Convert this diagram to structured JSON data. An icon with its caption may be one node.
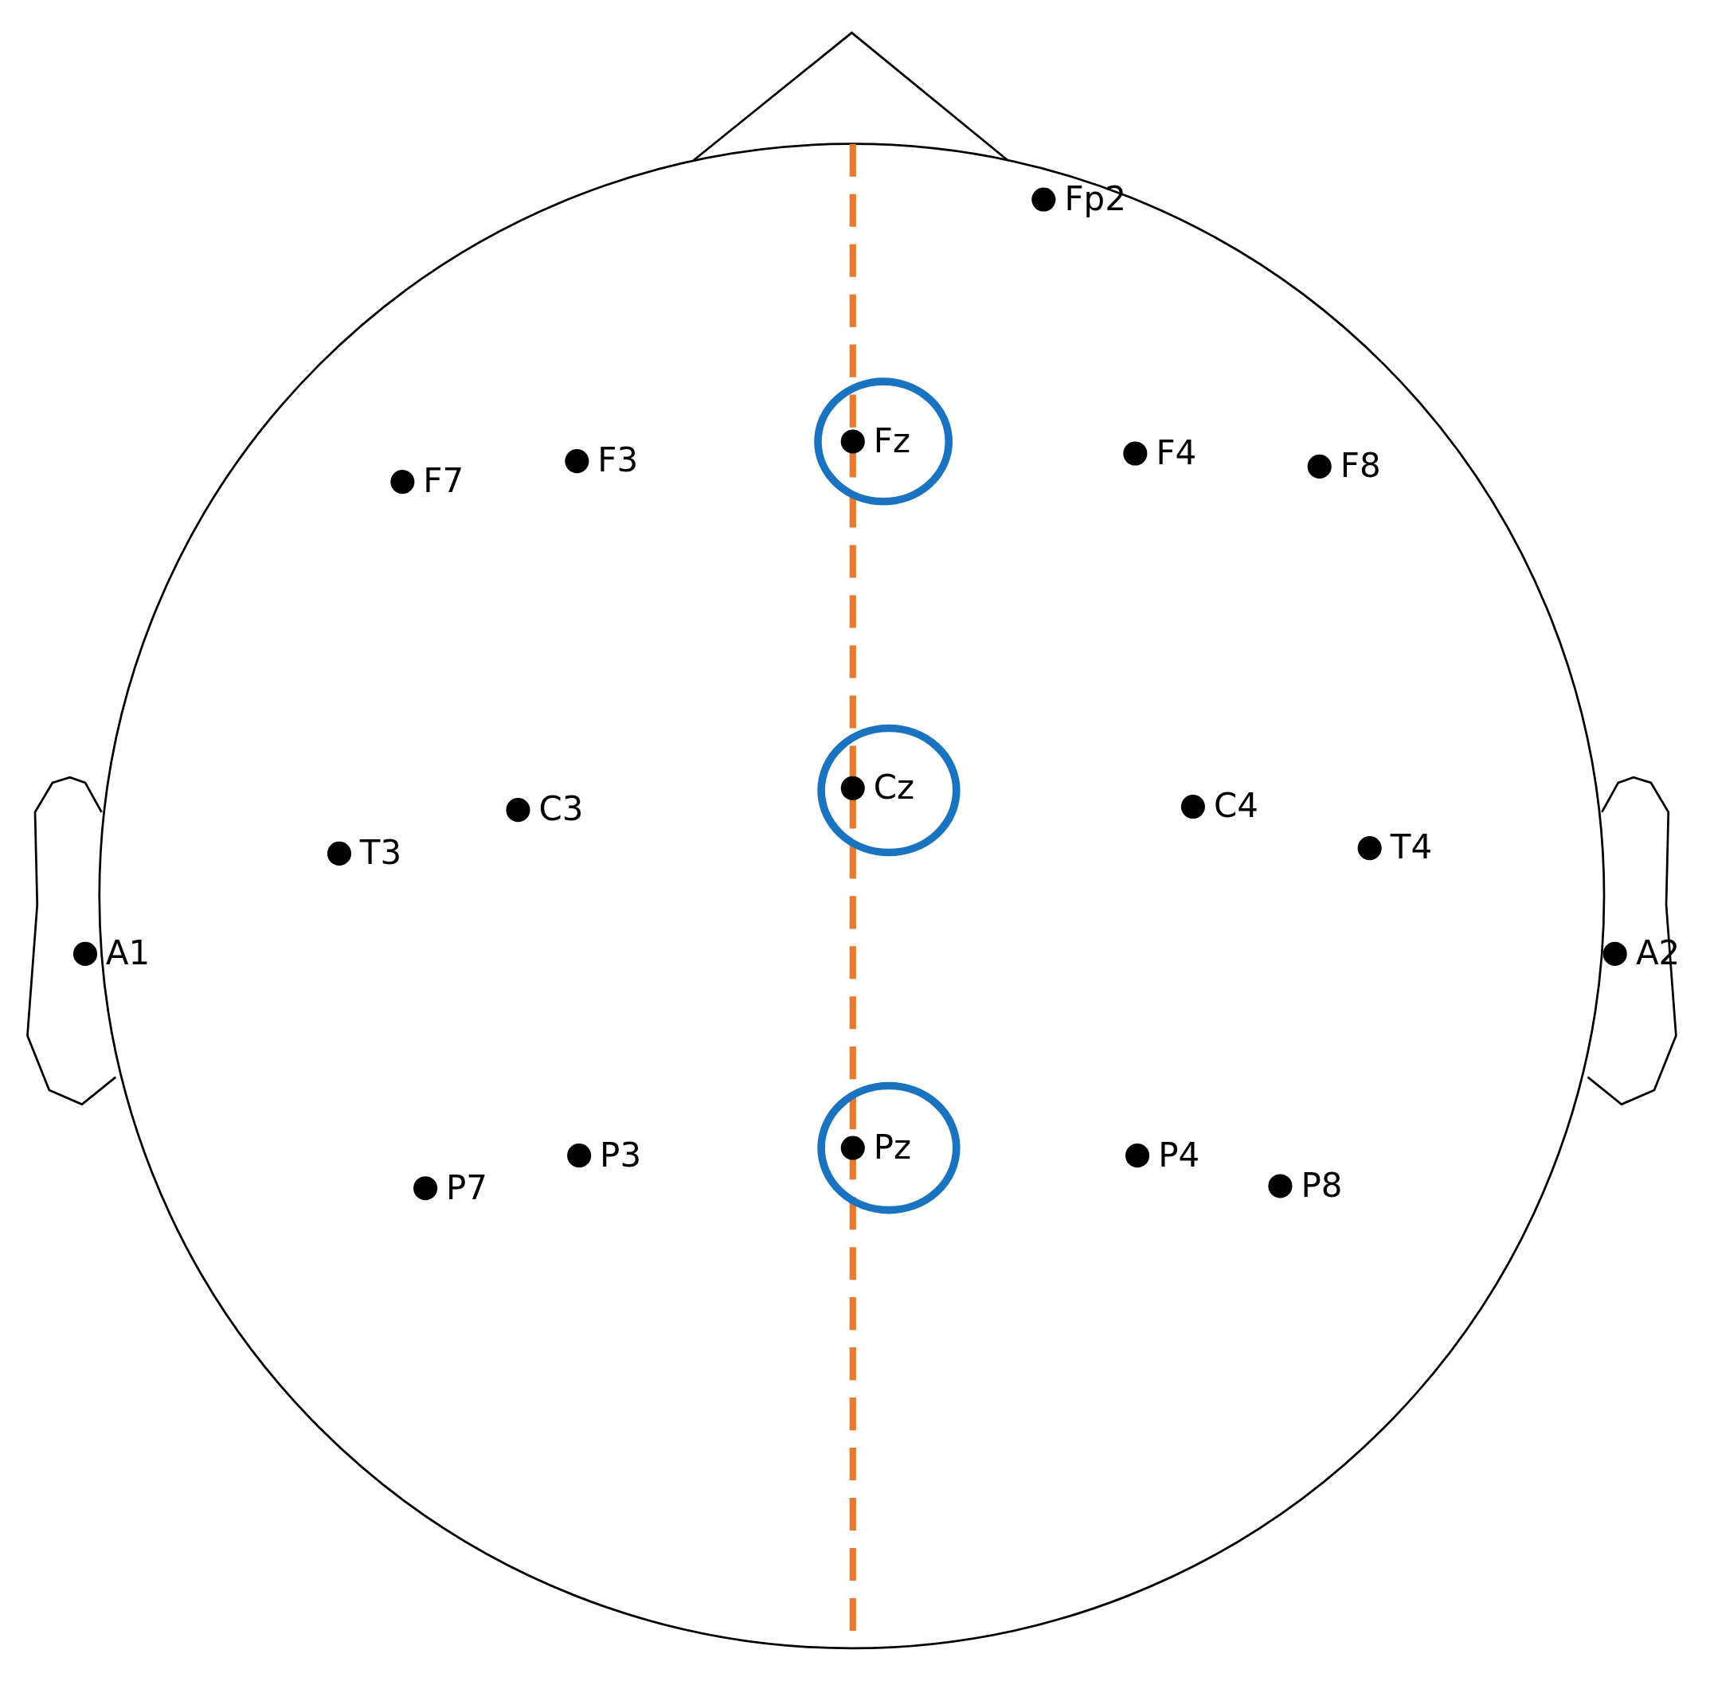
{
  "diagram": {
    "labels": [
      "Fp2",
      "F7",
      "F3",
      "Fz",
      "F4",
      "F8",
      "T3",
      "C3",
      "Cz",
      "C4",
      "T4",
      "A1",
      "A2",
      "P7",
      "P3",
      "Pz",
      "P4",
      "P8"
    ]
  }
}
